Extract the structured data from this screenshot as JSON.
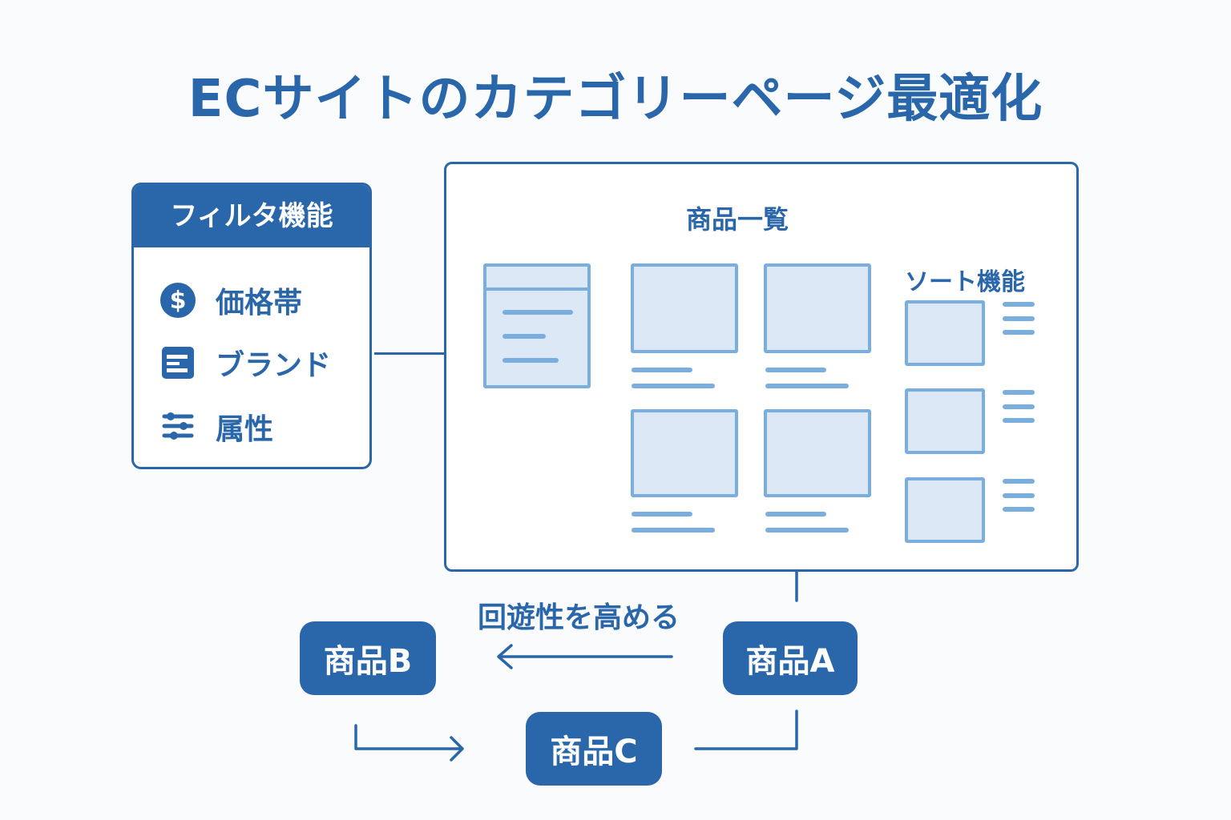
{
  "title": "ECサイトのカテゴリーページ最適化",
  "filter": {
    "header": "フィルタ機能",
    "items": [
      {
        "label": "価格帯",
        "icon": "dollar-icon"
      },
      {
        "label": "ブランド",
        "icon": "brand-card-icon"
      },
      {
        "label": "属性",
        "icon": "sliders-icon"
      }
    ]
  },
  "product_list": {
    "title": "商品一覧",
    "sort_title": "ソート機能"
  },
  "flow": {
    "caption": "回遊性を高める",
    "products": [
      "商品A",
      "商品B",
      "商品C"
    ]
  },
  "colors": {
    "primary": "#2966aa",
    "placeholder_fill": "#dde8f6",
    "placeholder_stroke": "#7aaede"
  }
}
